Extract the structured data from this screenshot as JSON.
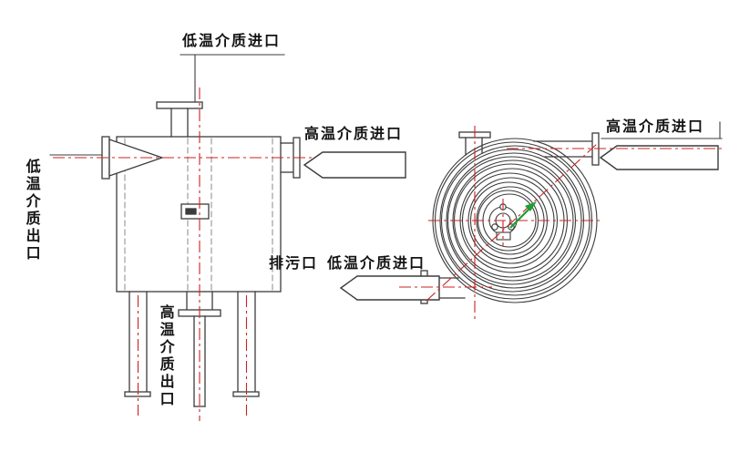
{
  "labels": {
    "low_temp_inlet_top": "低温介质进口",
    "high_temp_inlet_left": "高温介质进口",
    "low_temp_outlet_left": "低温介质出口",
    "drain_port": "排污口",
    "low_temp_inlet_right": "低温介质进口",
    "high_temp_inlet_topright": "高温介质进口",
    "high_temp_outlet_bottom": "高温介质出口"
  },
  "colors": {
    "outline": "#3c3c3c",
    "dashed_inner": "#8a8a8a",
    "centerline_red": "#cc2222",
    "rotation_arrow_green": "#1e9e33",
    "label_text": "#141414",
    "background": "#ffffff"
  },
  "icons": {
    "flow_arrow_left": "hollow left-pointing flow arrow",
    "rotation_arrow": "green spiral-direction arrow"
  }
}
